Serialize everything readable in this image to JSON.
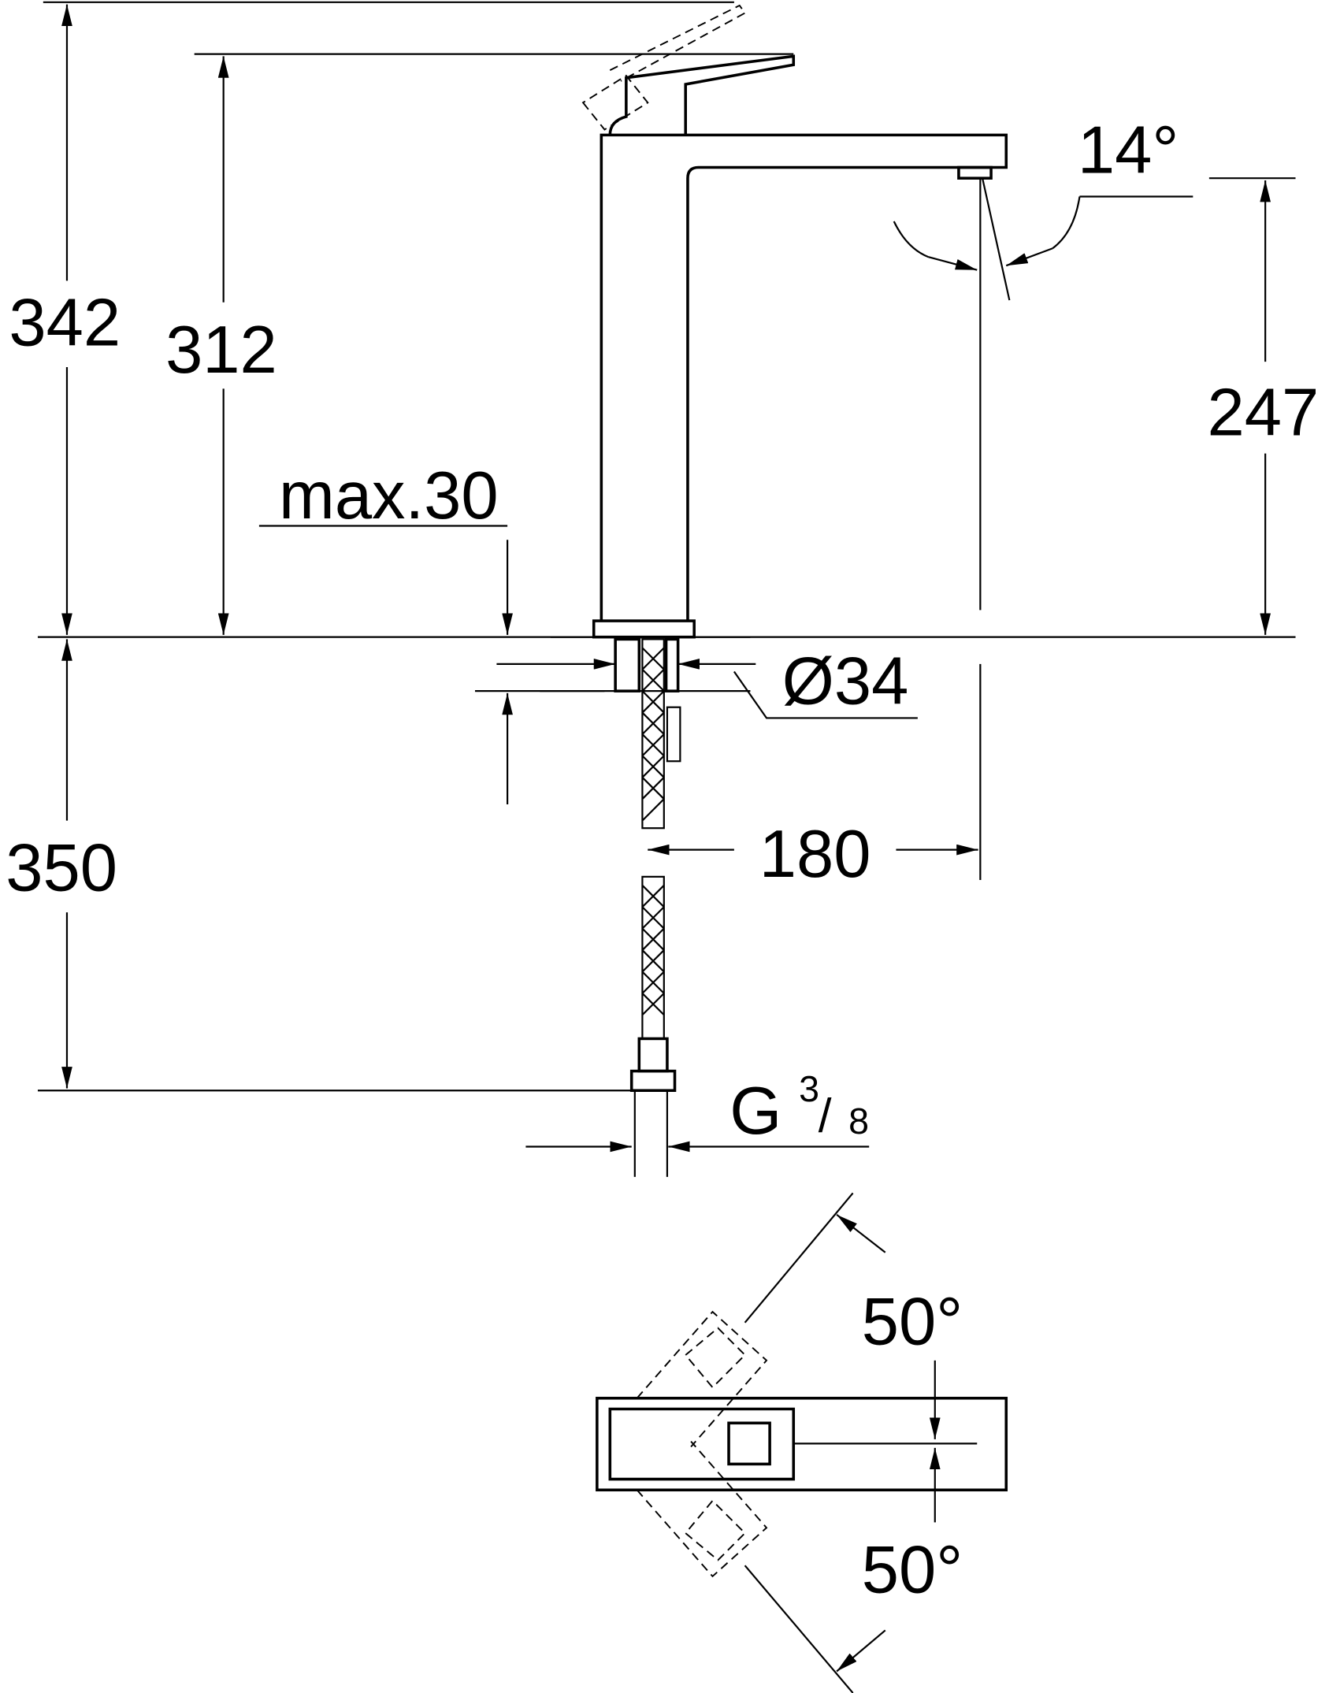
{
  "dimensions": {
    "total_height": "342",
    "lever_height": "312",
    "spout_height": "247",
    "deck_thickness": "max.30",
    "hole_diameter": "Ø34",
    "projection": "180",
    "hose_length": "350",
    "connection_prefix": "G",
    "connection_num": "3",
    "connection_den": "8",
    "spout_angle": "14°",
    "lever_angle_top": "50°",
    "lever_angle_bottom": "50°"
  },
  "colors": {
    "line": "#000000",
    "background": "#ffffff"
  }
}
